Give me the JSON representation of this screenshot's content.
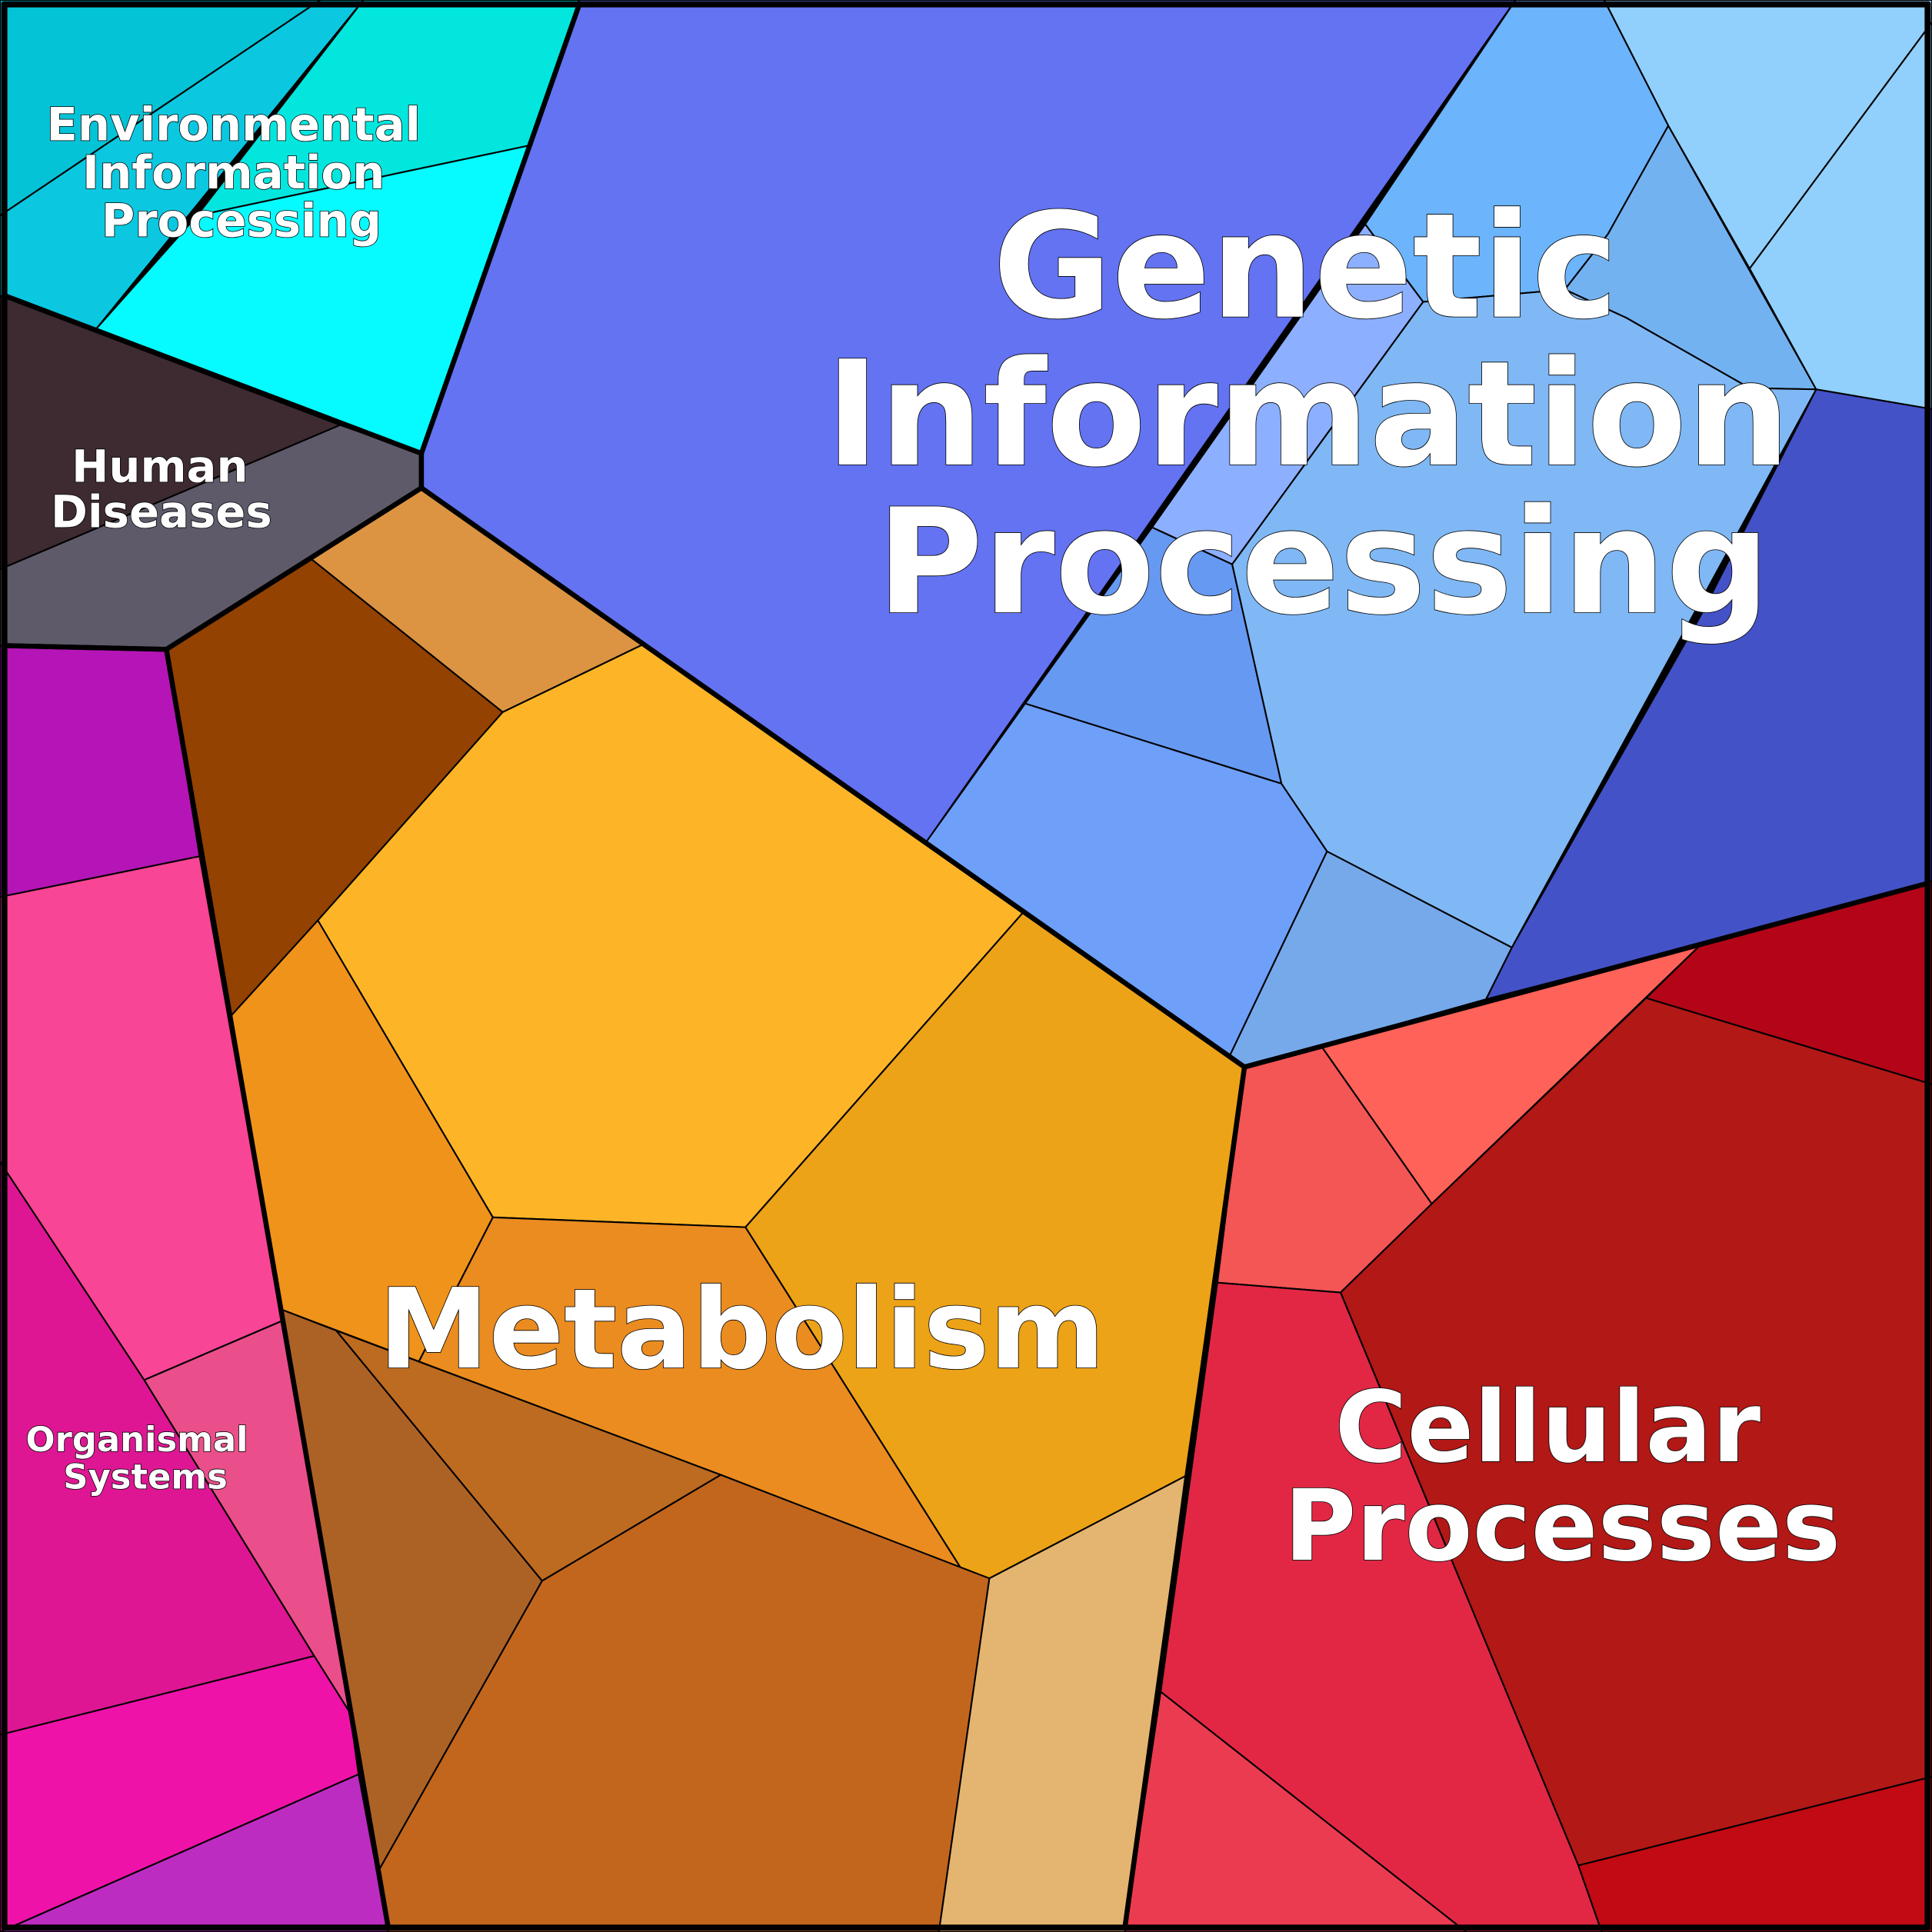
{
  "title": "Pathway category Voronoi treemap",
  "groups": {
    "environmental": {
      "lines": [
        "Environmental",
        "Information",
        "Processing"
      ]
    },
    "human_diseases": {
      "lines": [
        "Human",
        "Diseases"
      ]
    },
    "genetic": {
      "lines": [
        "Genetic",
        "Information",
        "Processing"
      ]
    },
    "metabolism": {
      "lines": [
        "Metabolism"
      ]
    },
    "cellular": {
      "lines": [
        "Cellular",
        "Processes"
      ]
    },
    "organismal": {
      "lines": [
        "Organismal",
        "Systems"
      ]
    }
  },
  "cells": [
    {
      "group": "environmental",
      "color": "#05c3d6"
    },
    {
      "group": "environmental",
      "color": "#0bc8e0"
    },
    {
      "group": "environmental",
      "color": "#03e6de"
    },
    {
      "group": "environmental",
      "color": "#05fbff"
    },
    {
      "group": "human_diseases",
      "color": "#3d2b31"
    },
    {
      "group": "human_diseases",
      "color": "#5e5a6a"
    },
    {
      "group": "genetic",
      "color": "#6373f2"
    },
    {
      "group": "genetic",
      "color": "#6cb4fc"
    },
    {
      "group": "genetic",
      "color": "#73b2f0"
    },
    {
      "group": "genetic",
      "color": "#91d0fc"
    },
    {
      "group": "genetic",
      "color": "#91d0fc"
    },
    {
      "group": "genetic",
      "color": "#4352c6"
    },
    {
      "group": "genetic",
      "color": "#8cb0ff"
    },
    {
      "group": "genetic",
      "color": "#7fb8f5"
    },
    {
      "group": "genetic",
      "color": "#6699f2"
    },
    {
      "group": "genetic",
      "color": "#6ea0fa"
    },
    {
      "group": "genetic",
      "color": "#76a9ea"
    },
    {
      "group": "cellular",
      "color": "#ff6258"
    },
    {
      "group": "cellular",
      "color": "#f45555"
    },
    {
      "group": "cellular",
      "color": "#b30517"
    },
    {
      "group": "cellular",
      "color": "#b21816"
    },
    {
      "group": "cellular",
      "color": "#e22745"
    },
    {
      "group": "cellular",
      "color": "#eb3b50"
    },
    {
      "group": "cellular",
      "color": "#c10a14"
    },
    {
      "group": "metabolism",
      "color": "#dc9442"
    },
    {
      "group": "metabolism",
      "color": "#934202"
    },
    {
      "group": "metabolism",
      "color": "#fdb527"
    },
    {
      "group": "metabolism",
      "color": "#eda317"
    },
    {
      "group": "metabolism",
      "color": "#f0931a"
    },
    {
      "group": "metabolism",
      "color": "#eb8c20"
    },
    {
      "group": "metabolism",
      "color": "#ad6225"
    },
    {
      "group": "metabolism",
      "color": "#bd6b21"
    },
    {
      "group": "metabolism",
      "color": "#c2661e"
    },
    {
      "group": "metabolism",
      "color": "#e4b570"
    },
    {
      "group": "organismal",
      "color": "#b515b6"
    },
    {
      "group": "organismal",
      "color": "#f94596"
    },
    {
      "group": "organismal",
      "color": "#ea4f8b"
    },
    {
      "group": "organismal",
      "color": "#df1693"
    },
    {
      "group": "organismal",
      "color": "#ef12a9"
    },
    {
      "group": "organismal",
      "color": "#bd2cc0"
    }
  ]
}
